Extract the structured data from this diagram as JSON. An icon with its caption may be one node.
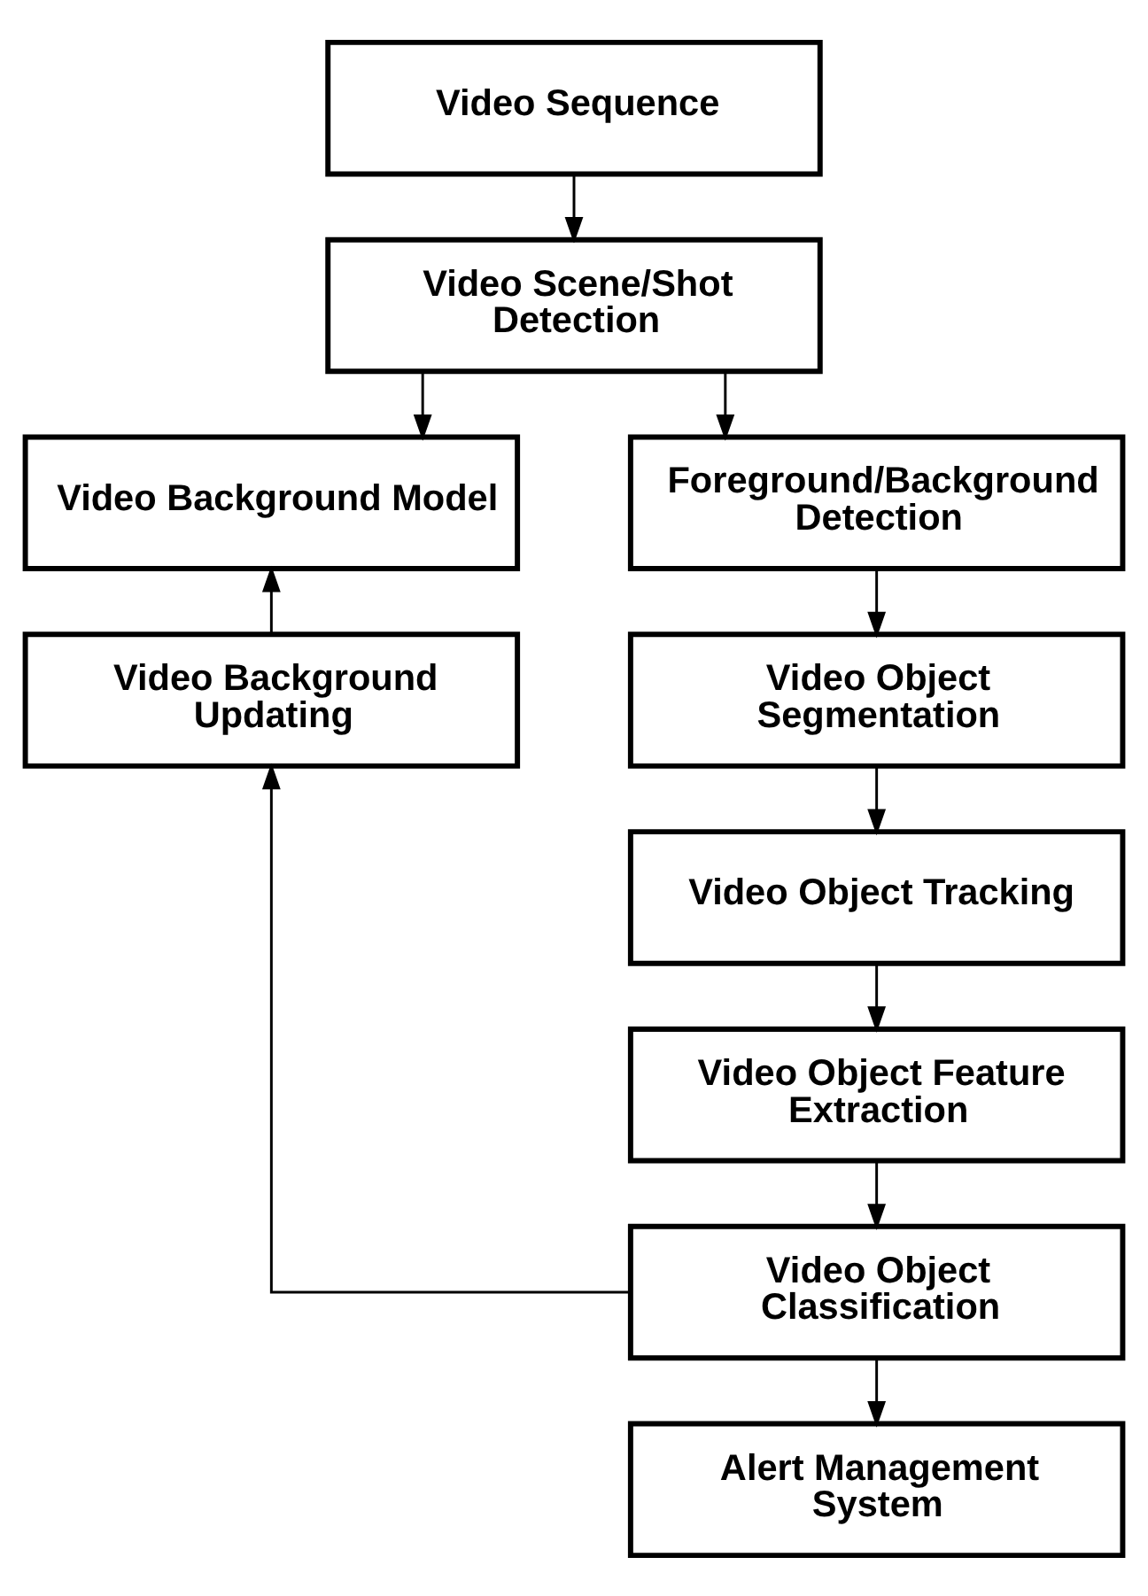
{
  "diagram": {
    "nodes": [
      {
        "text": [
          "Video Sequence"
        ]
      },
      {
        "text": [
          "Video Scene/Shot Detection"
        ]
      },
      {
        "text": [
          "Video Background Model"
        ]
      },
      {
        "text": [
          "Foreground/Background Detection"
        ]
      },
      {
        "text": [
          "Video Background Updating"
        ]
      },
      {
        "text": [
          "Video Object Segmentation"
        ]
      },
      {
        "text": [
          "Video Object Tracking"
        ]
      },
      {
        "text": [
          "Video Object Feature Extraction"
        ]
      },
      {
        "text": [
          "Video Object Classification"
        ]
      },
      {
        "text": [
          "Alert Management System"
        ]
      }
    ],
    "edges": [
      {
        "from": 0,
        "to": 1,
        "arrow": "to"
      },
      {
        "from": 1,
        "to": 2,
        "arrow": "to"
      },
      {
        "from": 1,
        "to": 3,
        "arrow": "to"
      },
      {
        "from": 4,
        "to": 2,
        "arrow": "to"
      },
      {
        "from": 3,
        "to": 5,
        "arrow": "to"
      },
      {
        "from": 5,
        "to": 6,
        "arrow": "to"
      },
      {
        "from": 6,
        "to": 7,
        "arrow": "to"
      },
      {
        "from": 7,
        "to": 8,
        "arrow": "to"
      },
      {
        "from": 8,
        "to": 9,
        "arrow": "to"
      },
      {
        "from": 8,
        "to": 4,
        "arrow": "to"
      }
    ]
  }
}
